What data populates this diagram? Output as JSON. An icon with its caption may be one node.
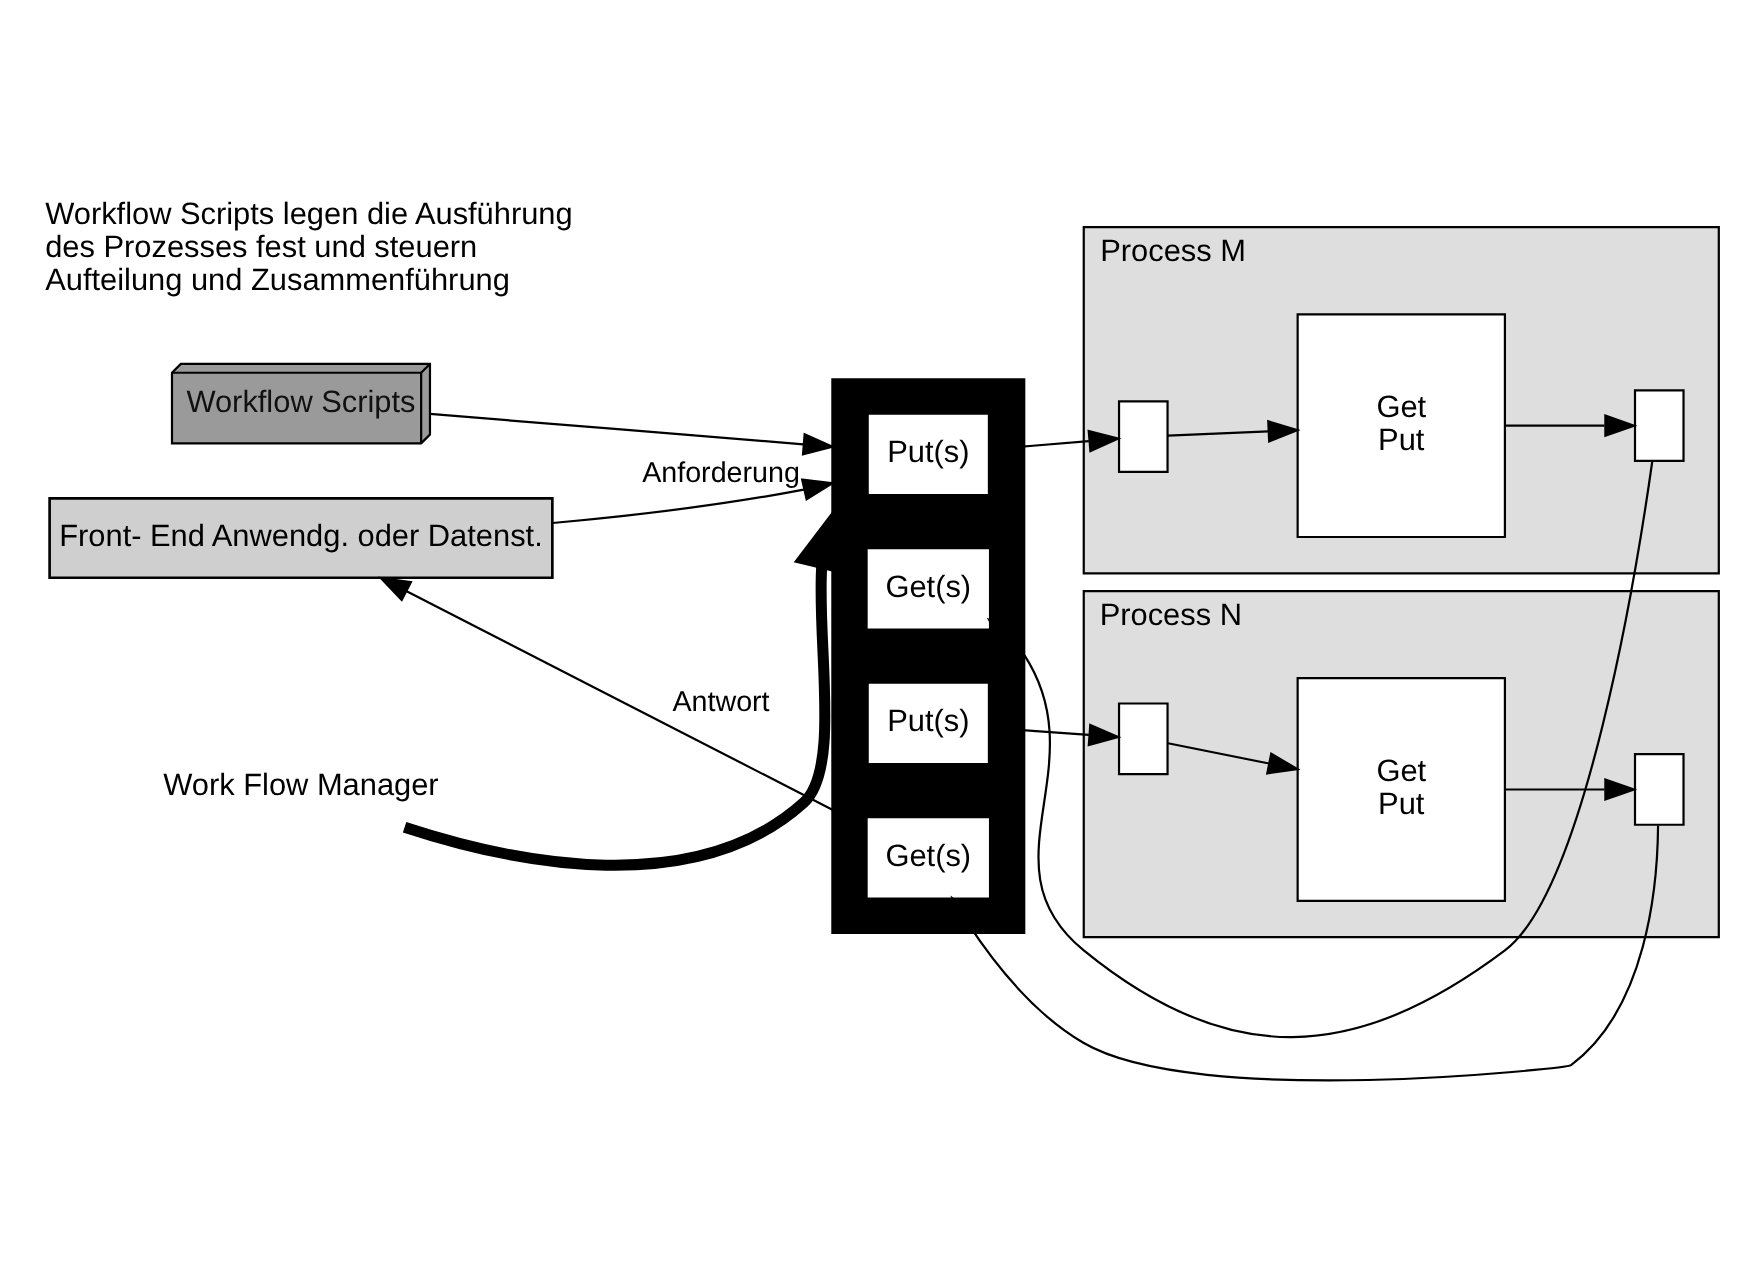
{
  "diagram": {
    "nodes": [
      {
        "text": [
          "Workflow Scripts"
        ]
      },
      {
        "text": [
          "Front- End Anwendg. oder Datenst."
        ]
      },
      {
        "text": [],
        "shape": "bar"
      },
      {
        "text": [
          "Put(s)"
        ],
        "in": 2
      },
      {
        "text": [
          "Get(s)"
        ],
        "in": 2
      },
      {
        "text": [
          "Put(s)"
        ],
        "in": 2
      },
      {
        "text": [
          "Get(s)"
        ],
        "in": 2
      },
      {
        "text": [
          "Work Flow Manager"
        ]
      },
      {
        "text": [
          "Process M"
        ]
      },
      {
        "text": [],
        "shape": "box",
        "in": 8
      },
      {
        "text": [
          "Get",
          "Put"
        ],
        "in": 8
      },
      {
        "text": [],
        "shape": "box",
        "in": 8
      },
      {
        "text": [
          "Process N"
        ]
      },
      {
        "text": [],
        "shape": "box",
        "in": 12
      },
      {
        "text": [
          "Get",
          "Put"
        ],
        "in": 12
      },
      {
        "text": [],
        "shape": "box",
        "in": 12
      }
    ],
    "edges": [
      {
        "from": 0,
        "to": 2,
        "arrow": "to"
      },
      {
        "from": 1,
        "to": 2,
        "arrow": "to",
        "label": "Anforderung"
      },
      {
        "from": 2,
        "to": 1,
        "arrow": "to",
        "label": "Antwort"
      },
      {
        "from": 3,
        "to": 9,
        "arrow": "to"
      },
      {
        "from": 9,
        "to": 10,
        "arrow": "to"
      },
      {
        "from": 10,
        "to": 11,
        "arrow": "to"
      },
      {
        "from": 11,
        "to": 4,
        "arrow": "to"
      },
      {
        "from": 7,
        "to": 2,
        "arrow": "to",
        "style": "thick"
      },
      {
        "from": 5,
        "to": 13,
        "arrow": "to"
      },
      {
        "from": 13,
        "to": 14,
        "arrow": "to"
      },
      {
        "from": 14,
        "to": 15,
        "arrow": "to"
      },
      {
        "from": 15,
        "to": 6,
        "arrow": "to"
      }
    ],
    "labels": [
      "Workflow Scripts legen die Ausführung des Prozesses fest und steuern Aufteilung und Zusammenführung"
    ]
  }
}
